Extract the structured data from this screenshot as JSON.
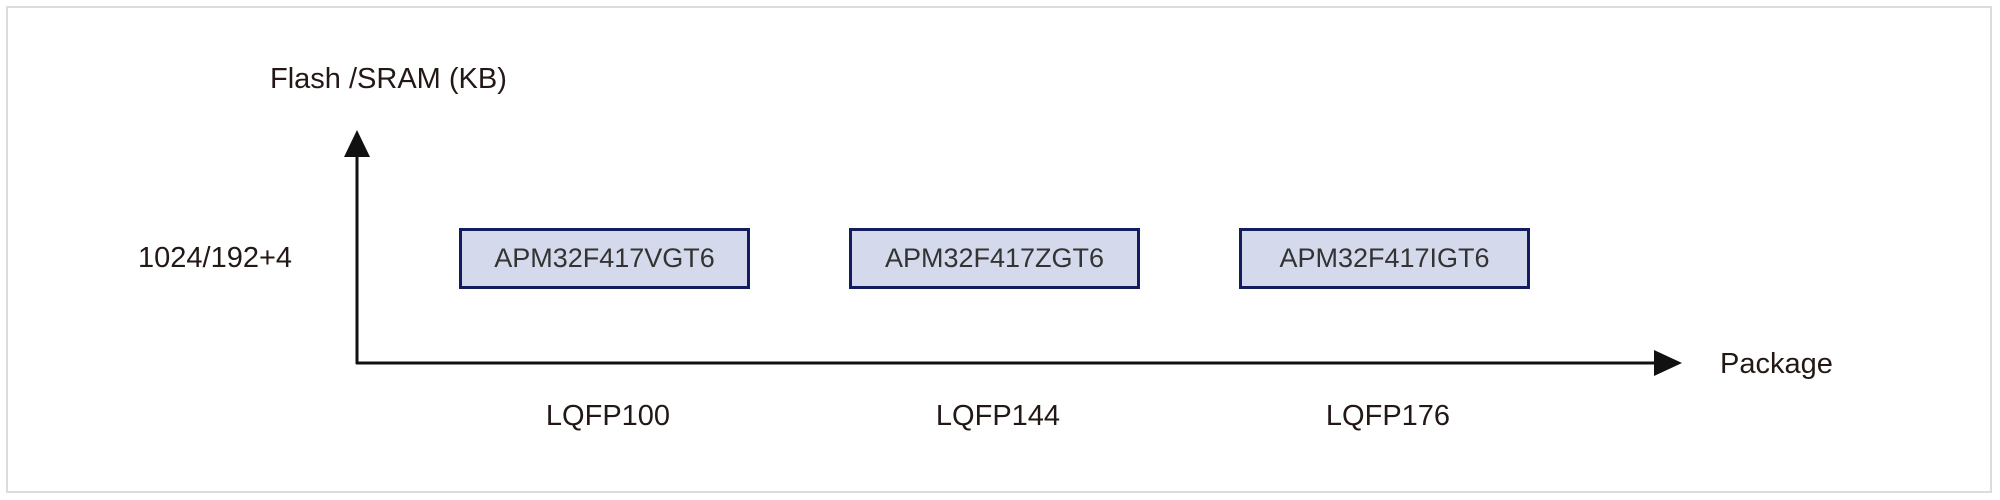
{
  "y_axis_label": "Flash /SRAM (KB)",
  "x_axis_label": "Package",
  "memory_level": "1024/192+4",
  "parts": [
    {
      "name": "APM32F417VGT6",
      "package": "LQFP100"
    },
    {
      "name": "APM32F417ZGT6",
      "package": "LQFP144"
    },
    {
      "name": "APM32F417IGT6",
      "package": "LQFP176"
    }
  ],
  "colors": {
    "box_fill": "#d4d9ec",
    "box_border": "#131c5c",
    "axis": "#111111"
  }
}
